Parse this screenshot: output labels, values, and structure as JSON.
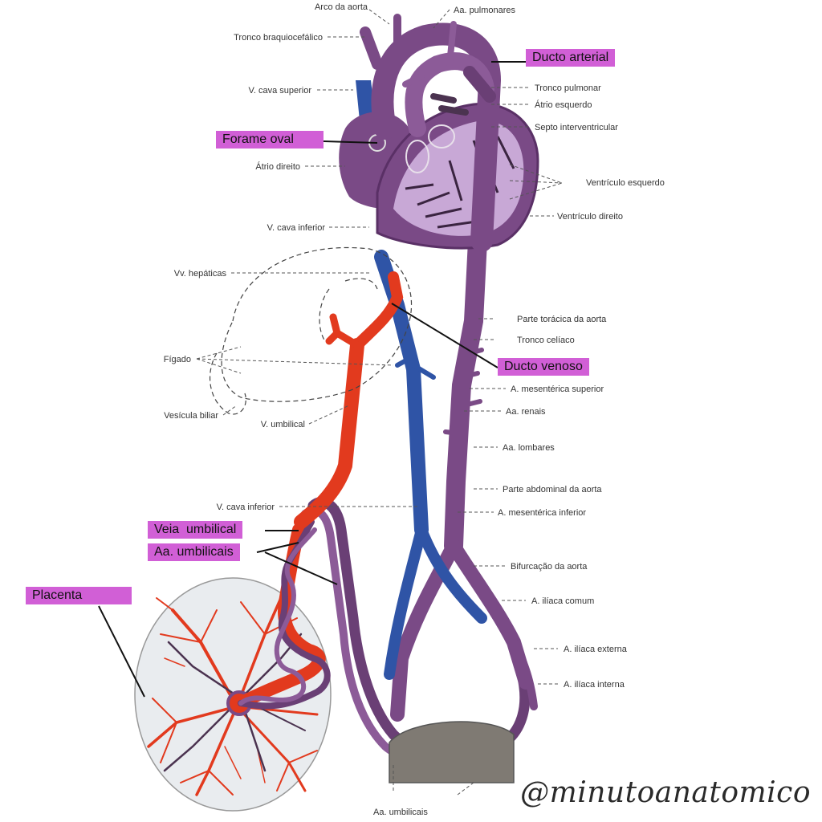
{
  "colors": {
    "aorta_purple": "#7a4a86",
    "vein_blue": "#2f54a6",
    "oxygenated_red": "#e23a1e",
    "heart_light": "#c8a8d6",
    "highlight": "#d15fd6",
    "placenta_bg": "#e9ecef",
    "bladder": "#7f7a73"
  },
  "labels": {
    "arco_aorta": "Arco da aorta",
    "aa_pulmonares": "Aa. pulmonares",
    "tronco_braquiocefalico": "Tronco braquiocefálico",
    "v_cava_superior": "V. cava superior",
    "tronco_pulmonar": "Tronco pulmonar",
    "atrio_esquerdo": "Átrio esquerdo",
    "septo_interventricular": "Septo interventricular",
    "atrio_direito": "Átrio direito",
    "ventriculo_esquerdo": "Ventrículo esquerdo",
    "v_cava_inferior_top": "V. cava inferior",
    "ventriculo_direito": "Ventrículo direito",
    "vv_hepaticas": "Vv. hepáticas",
    "parte_toracica_aorta": "Parte torácica da aorta",
    "tronco_celiaco": "Tronco celíaco",
    "figado": "Fígado",
    "a_mesenterica_superior": "A. mesentérica superior",
    "vesicula_biliar": "Vesícula biliar",
    "v_umbilical": "V. umbilical",
    "aa_renais": "Aa. renais",
    "aa_lombares": "Aa. lombares",
    "parte_abdominal_aorta": "Parte abdominal da aorta",
    "v_cava_inferior_bottom": "V. cava inferior",
    "a_mesenterica_inferior": "A. mesentérica inferior",
    "bifurcacao_aorta": "Bifurcação da aorta",
    "a_iliaca_comum": "A. ilíaca comum",
    "a_iliaca_externa": "A. ilíaca externa",
    "a_iliaca_interna": "A. ilíaca interna",
    "aa_umbilicais_bottom": "Aa. umbilicais"
  },
  "highlights": {
    "ducto_arterial": "Ducto arterial",
    "forame_oval": "Forame oval",
    "ducto_venoso": "Ducto venoso",
    "veia_umbilical": "Veia  umbilical",
    "aa_umbilicais": "Aa. umbilicais",
    "placenta": "Placenta"
  },
  "watermark": "@minutoanatomico"
}
